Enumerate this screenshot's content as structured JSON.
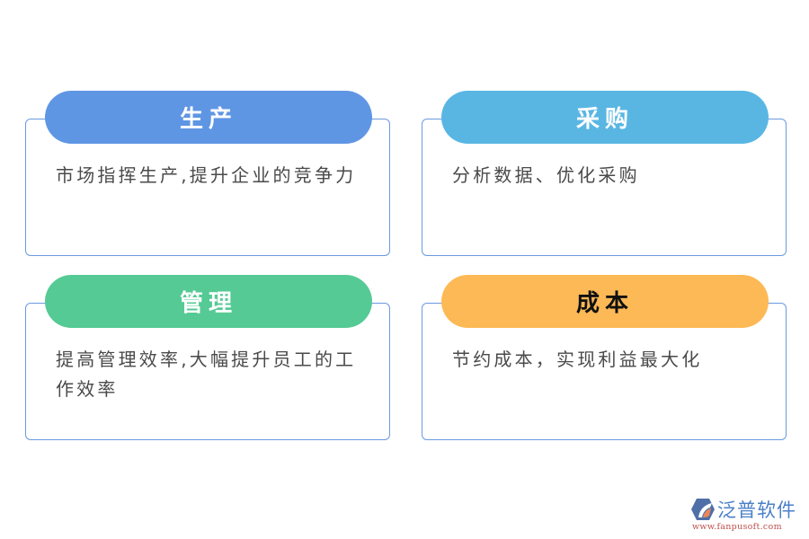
{
  "cards": [
    {
      "title": "生产",
      "description": "市场指挥生产,提升企业的竞争力",
      "header_color": "#5f96e4",
      "title_color": "#ffffff"
    },
    {
      "title": "采购",
      "description": "分析数据、优化采购",
      "header_color": "#59b6e3",
      "title_color": "#ffffff"
    },
    {
      "title": "管理",
      "description": "提高管理效率,大幅提升员工的工作效率",
      "header_color": "#55ca94",
      "title_color": "#ffffff"
    },
    {
      "title": "成本",
      "description": "节约成本，实现利益最大化",
      "header_color": "#fdb955",
      "title_color": "#111111"
    }
  ],
  "border_color": "#6a9ae0",
  "logo": {
    "name": "泛普软件",
    "url": "www.fanpusoft.com",
    "icon": "fanpu-logo-icon"
  }
}
